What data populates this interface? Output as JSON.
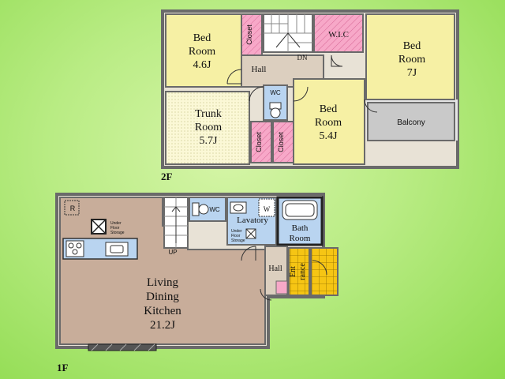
{
  "floors": {
    "second": {
      "label": "2F",
      "rooms": {
        "bed1": [
          "Bed",
          "Room",
          "4.6J"
        ],
        "closet_top": "Closet",
        "wic": "W.I.C",
        "bed_right": [
          "Bed",
          "Room",
          "7J"
        ],
        "hall": "Hall",
        "dn": "DN",
        "wc": "WC",
        "trunk": [
          "Trunk",
          "Room",
          "5.7J"
        ],
        "closet_a": "Closet",
        "closet_b": "Closet",
        "bed_mid": [
          "Bed",
          "Room",
          "5.4J"
        ],
        "balcony": "Balcony"
      }
    },
    "first": {
      "label": "1F",
      "rooms": {
        "wc": "WC",
        "lavatory": "Lavatory",
        "w": "W",
        "bath": [
          "Bath",
          "Room"
        ],
        "under_floor_storage_1": [
          "Under",
          "Floor",
          "Storage"
        ],
        "under_floor_storage_2": [
          "Under",
          "Floor",
          "Storage"
        ],
        "up": "UP",
        "r": "R",
        "hall": "Hall",
        "entrance": [
          "Ent",
          "rance"
        ],
        "ldk": [
          "Living",
          "Dining",
          "Kitchen",
          "21.2J"
        ]
      }
    }
  },
  "colors": {
    "wall": "#6a6a6a",
    "bedroom": "#f6f0a4",
    "hall": "#dccfbf",
    "closet": "#f7a8c8",
    "wet": "#b9d4f0",
    "ldk": "#c8ad9a",
    "balcony": "#c9c9c9",
    "entrance": "#f6c514"
  }
}
